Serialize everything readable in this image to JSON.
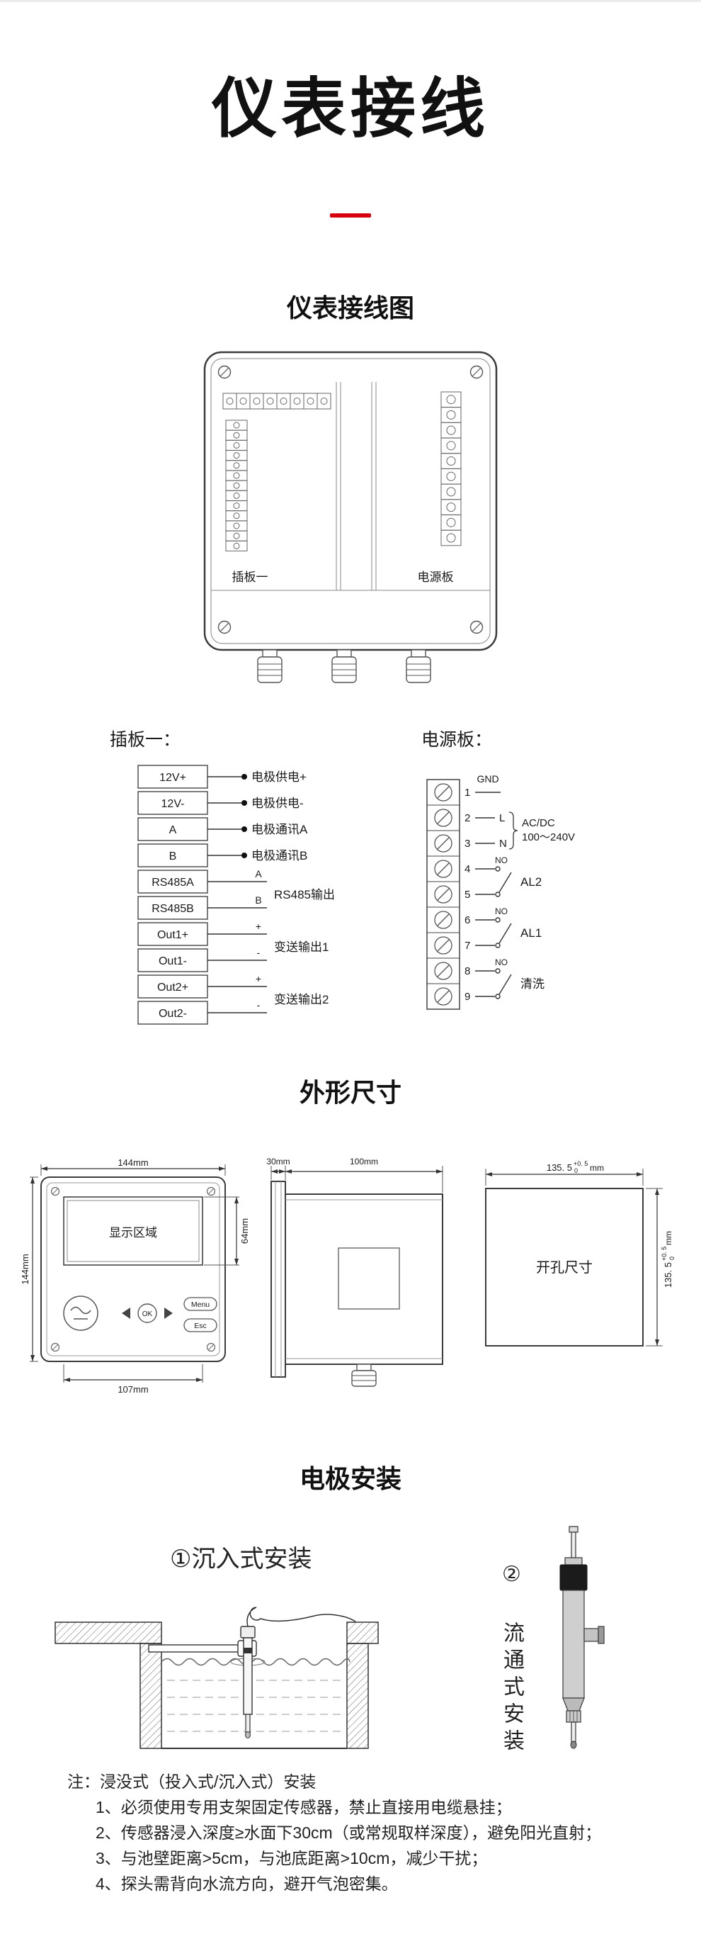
{
  "page": {
    "title": "仪表接线"
  },
  "wiring": {
    "heading": "仪表接线图",
    "device": {
      "slot_label": "插板一",
      "power_label": "电源板"
    },
    "plug_board": {
      "title": "插板一：",
      "terminals": [
        "12V+",
        "12V-",
        "A",
        "B",
        "RS485A",
        "RS485B",
        "Out1+",
        "Out1-",
        "Out2+",
        "Out2-"
      ],
      "wire_labels": [
        "电极供电+",
        "电极供电-",
        "电极通讯A",
        "电极通讯B"
      ],
      "groups": [
        {
          "top": "A",
          "bottom": "B",
          "label": "RS485输出"
        },
        {
          "top": "+",
          "bottom": "-",
          "label": "变送输出1"
        },
        {
          "top": "+",
          "bottom": "-",
          "label": "变送输出2"
        }
      ]
    },
    "power_board": {
      "title": "电源板：",
      "numbers": [
        "1",
        "2",
        "3",
        "4",
        "5",
        "6",
        "7",
        "8",
        "9"
      ],
      "gnd": "GND",
      "live": "L",
      "neutral": "N",
      "acdc_1": "AC/DC",
      "acdc_2": "100～240V",
      "relays": [
        {
          "no": "NO",
          "label": "AL2"
        },
        {
          "no": "NO",
          "label": "AL1"
        },
        {
          "no": "NO",
          "label": "清洗"
        }
      ]
    }
  },
  "dimensions": {
    "heading": "外形尺寸",
    "front": {
      "width": "144mm",
      "height": "144mm",
      "screen_label": "显示区域",
      "screen_height": "64mm",
      "screen_width": "107mm",
      "btn_menu": "Menu",
      "btn_ok": "OK",
      "btn_esc": "Esc"
    },
    "side": {
      "flange_depth": "30mm",
      "body_depth": "100mm"
    },
    "cutout": {
      "label": "开孔尺寸",
      "dim_main": "135. 5",
      "dim_tol_up": "+0. 5",
      "dim_tol_down": "0",
      "dim_unit": "mm"
    }
  },
  "install": {
    "heading": "电极安装",
    "submerged_label": "①沉入式安装",
    "flow_label": "② 流通式安装"
  },
  "notes": {
    "title": "注：浸没式（投入式/沉入式）安装",
    "items": [
      "1、必须使用专用支架固定传感器，禁止直接用电缆悬挂；",
      "2、传感器浸入深度≥水面下30cm（或常规取样深度），避免阳光直射；",
      "3、与池壁距离>5cm，与池底距离>10cm，减少干扰；",
      "4、探头需背向水流方向，避开气泡密集。"
    ]
  }
}
